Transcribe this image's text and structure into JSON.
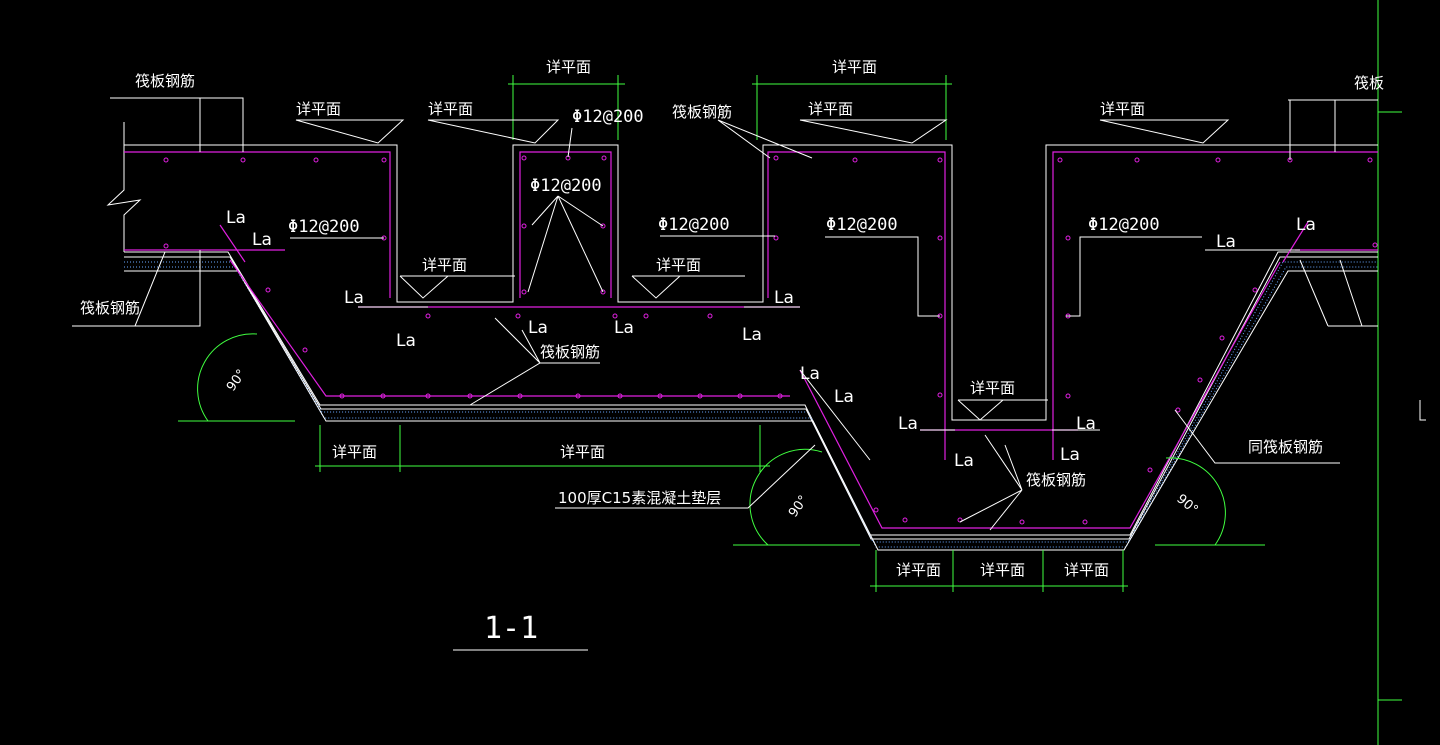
{
  "labels": {
    "detail_plan": "详平面",
    "raft_rebar": "筏板钢筋",
    "raft_rebar_partial": "筏板",
    "same_raft_rebar": "同筏板钢筋",
    "rebar_spec": "Φ12@200",
    "anchor": "La",
    "cushion": "100厚C15素混凝土垫层",
    "section": "1-1",
    "angle": "90°"
  },
  "colors": {
    "background": "#000000",
    "structure_line": "#ffffff",
    "rebar_line": "#e020e0",
    "dimension_line": "#40ff40",
    "cushion_hatch": "#6aa8ff"
  }
}
